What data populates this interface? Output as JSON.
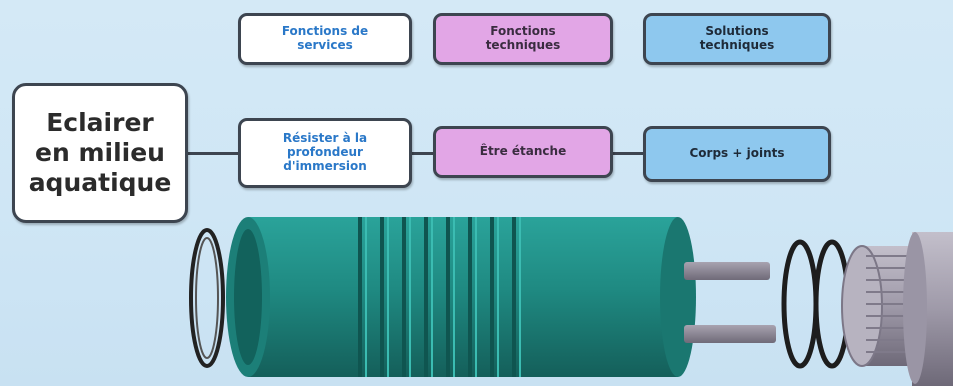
{
  "headers": {
    "service_functions": "Fonctions de\nservices",
    "technical_functions": "Fonctions\ntechniques",
    "technical_solutions": "Solutions\ntechniques"
  },
  "main_need": "Eclairer\nen milieu\naquatique",
  "chain": {
    "service_function": "Résister à la\nprofondeur\nd'immersion",
    "technical_function": "Être étanche",
    "technical_solution": "Corps + joints"
  },
  "colors": {
    "background": "#cfe6f5",
    "service_text": "#2a78c8",
    "technical_function_fill": "#e2a6e6",
    "technical_solution_fill": "#8ec8ee",
    "body_teal": "#1e8c84",
    "cap_gray": "#a9a6b2"
  },
  "illustration": [
    "o-ring-icon",
    "torch-body-icon",
    "rod-icon",
    "o-ring-icon",
    "threaded-cap-icon"
  ]
}
